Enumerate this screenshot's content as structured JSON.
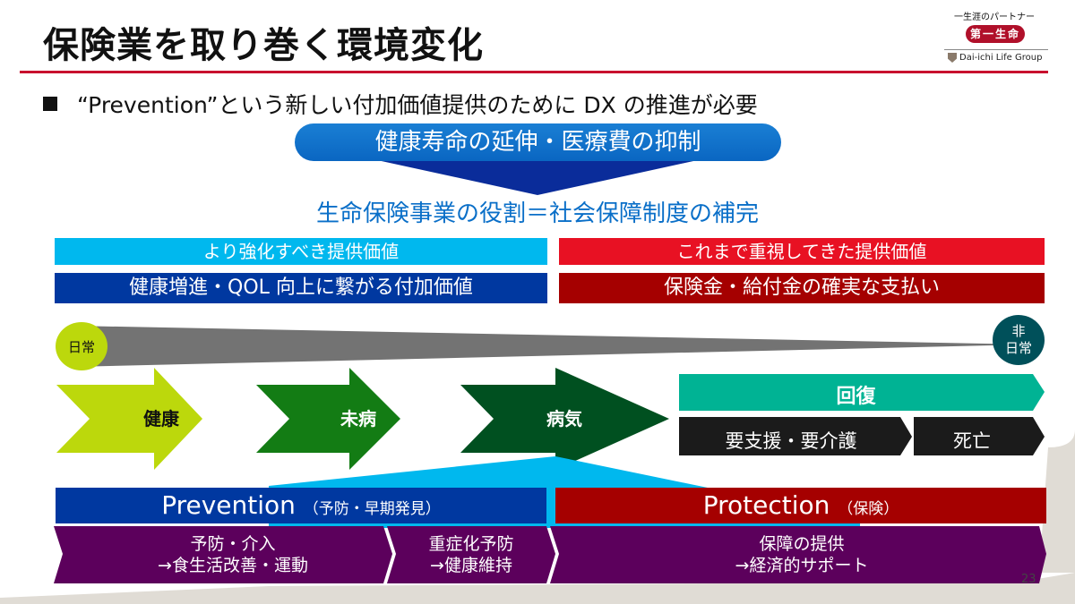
{
  "title": "保険業を取り巻く環境変化",
  "logo": {
    "tagline": "一生涯のパートナー",
    "badge": "第一生命",
    "group": "Dai-ichi Life Group"
  },
  "bullet": "“Prevention”という新しい付加価値提供のために DX の推進が必要",
  "goal": "健康寿命の延伸・医療費の抑制",
  "role": "生命保険事業の役割＝社会保障制度の補完",
  "values": {
    "left_header": "より強化すべき提供価値",
    "left_body": "健康増進・QOL 向上に繋がる付加価値",
    "right_header": "これまで重視してきた提供価値",
    "right_body": "保険金・給付金の確実な支払い"
  },
  "spectrum": {
    "start": "日常",
    "end_line1": "非",
    "end_line2": "日常"
  },
  "stages": [
    "健康",
    "未病",
    "病気"
  ],
  "outcomes": {
    "recovery": "回復",
    "care": "要支援・要介護",
    "death": "死亡"
  },
  "prevention": {
    "label": "Prevention",
    "sub": "（予防・早期発見）"
  },
  "protection": {
    "label": "Protection",
    "sub": "（保険）"
  },
  "services": [
    {
      "line1": "予防・介入",
      "line2": "→食生活改善・運動"
    },
    {
      "line1": "重症化予防",
      "line2": "→健康維持"
    },
    {
      "line1": "保障の提供",
      "line2": "→経済的サポート"
    }
  ],
  "page_number": "23",
  "colors": {
    "accent_red": "#c8102e",
    "blue_light": "#00b8ee",
    "blue_dark": "#0038a0",
    "red_light": "#e81123",
    "red_dark": "#a50000",
    "stage1": "#bcd80c",
    "stage2": "#137c14",
    "stage3": "#005020",
    "recovery": "#00b394",
    "dark": "#1b1b1b",
    "purple": "#5c005c"
  }
}
